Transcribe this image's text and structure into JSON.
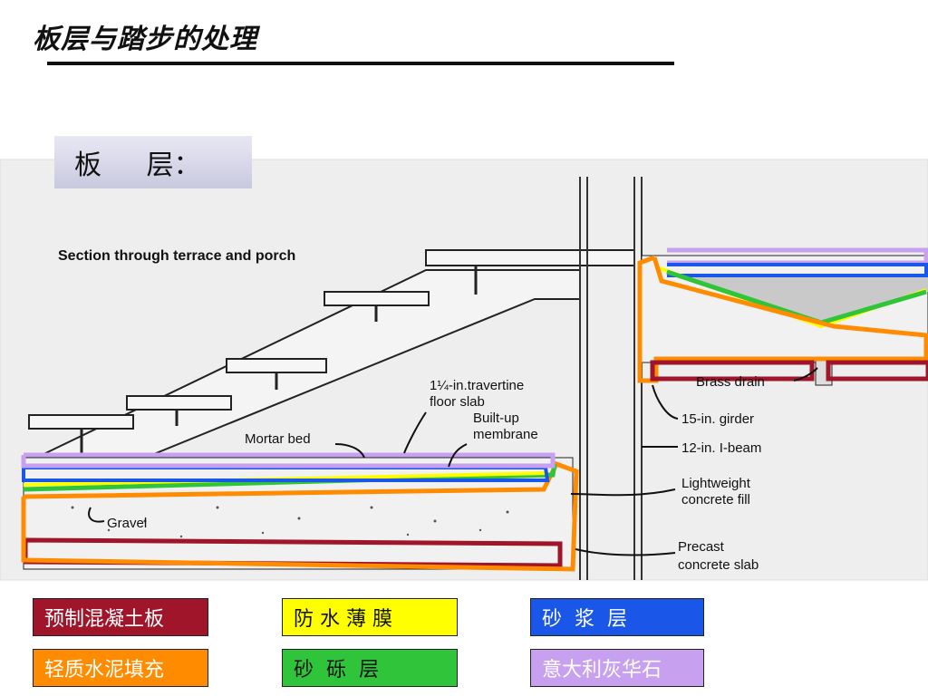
{
  "title": "板层与踏步的处理",
  "section_label": "板 层：",
  "diagram": {
    "heading": "Section through terrace and porch",
    "labels": {
      "travertine_1": "1¼-in.travertine",
      "travertine_2": "floor slab",
      "mortar": "Mortar bed",
      "membrane_1": "Built-up",
      "membrane_2": "membrane",
      "gravel": "Gravel",
      "brass_drain": "Brass drain",
      "girder": "15-in. girder",
      "ibeam": "12-in. I-beam",
      "fill_1": "Lightweight",
      "fill_2": "concrete fill",
      "precast_1": "Precast",
      "precast_2": "concrete slab"
    }
  },
  "legend": {
    "precast": "预制混凝土板",
    "membrane": "防 水 薄 膜",
    "mortar": "砂  浆  层",
    "fill": "轻质水泥填充",
    "gravel": "砂  砾  层",
    "travertine": "意大利灰华石"
  },
  "colors": {
    "precast": "#a0152a",
    "membrane": "#ffff00",
    "mortar": "#1a56e8",
    "fill": "#ff8c00",
    "gravel": "#2fc43a",
    "travertine": "#c8a0f0"
  }
}
